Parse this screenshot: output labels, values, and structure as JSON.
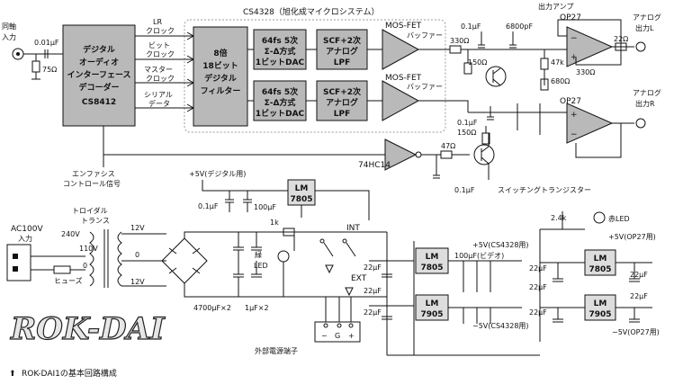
{
  "title": "CS4328（旭化成マイクロシステム）",
  "caption_arrow": "⬆",
  "caption": "ROK-DAI1の基本回路構成",
  "watermark": "ROK-DAI",
  "input": {
    "label_1": "同軸",
    "label_2": "入力",
    "cap": "0.01μF",
    "res": "75Ω"
  },
  "receiver": {
    "l1": "デジタル",
    "l2": "オーディオ",
    "l3": "インターフェース",
    "l4": "デコーダー",
    "l5": "CS8412"
  },
  "signals": {
    "lr_1": "LR",
    "lr_2": "クロック",
    "bit_1": "ビット",
    "bit_2": "クロック",
    "mst_1": "マスター",
    "mst_2": "クロック",
    "ser_1": "シリアル",
    "ser_2": "データ"
  },
  "filter": {
    "l1": "8倍",
    "l2": "18ビット",
    "l3": "デジタル",
    "l4": "フィルター"
  },
  "dac": {
    "l1": "64fs 5次",
    "l2": "Σ-Δ方式",
    "l3": "1ビットDAC"
  },
  "lpf": {
    "l1": "SCF+2次",
    "l2": "アナログ",
    "l3": "LPF"
  },
  "buffer": {
    "l1": "MOS-FET",
    "l2": "バッファー"
  },
  "output": {
    "amp_label": "出力アンプ",
    "op": "OP27",
    "out_l_1": "アナログ",
    "out_l_2": "出力L",
    "out_r_1": "アナログ",
    "out_r_2": "出力R",
    "op_r": "OP27"
  },
  "parts": {
    "c_01": "0.1μF",
    "c_6800": "6800pF",
    "r_47k": "47k",
    "r_22": "22Ω",
    "r_330a": "330Ω",
    "r_330b": "330Ω",
    "r_150a": "150Ω",
    "r_680": "680Ω",
    "c_01b": "0.1μF",
    "r_150b": "150Ω",
    "r_47": "47Ω",
    "c_01c": "0.1μF",
    "r_24k": "2.4k",
    "r_1k": "1k",
    "c_22a": "22μF",
    "c_22b": "22μF",
    "c_22c": "22μF",
    "c_22d": "22μF",
    "c_22e": "22μF",
    "c_22f": "22μF",
    "c_22g": "22μF",
    "c_22h": "22μF",
    "c_100": "100μF",
    "c_01d": "0.1μF",
    "c_4700": "4700μF×2",
    "c_1": "1μF×2",
    "c_100b": "100μF(ビデオ)"
  },
  "emphasis": {
    "l1": "エンファシス",
    "l2": "コントロール信号"
  },
  "inverter": "74HC14",
  "switch_tr": "スイッチングトランジスター",
  "power": {
    "p5_digital": "+5V(デジタル用)",
    "lm7805_top": "LM\n7805",
    "ac": "AC100V",
    "ac_in": "入力",
    "toroidal_1": "トロイダル",
    "toroidal_2": "トランス",
    "v240": "240V",
    "v110": "110V",
    "v0": "0",
    "v12a": "12V",
    "v12b": "12V",
    "v0b": "0",
    "fuse": "ヒューズ",
    "green_1": "緑",
    "green_2": "LED",
    "int": "INT",
    "ext": "EXT",
    "ext_term": "外部電源端子",
    "term_minus": "−",
    "term_g": "G",
    "term_plus": "+",
    "p5_cs": "+5V(CS4328用)",
    "m5_cs": "−5V(CS4328用)",
    "p5_op": "+5V(OP27用)",
    "m5_op": "−5V(OP27用)",
    "red_led": "赤LED"
  },
  "regs": {
    "lm7805_top_1": "LM",
    "lm7805_top_2": "7805",
    "a1": "LM",
    "a2": "7805",
    "b1": "LM",
    "b2": "7905",
    "c1": "LM",
    "c2": "7805",
    "d1": "LM",
    "d2": "7905"
  }
}
